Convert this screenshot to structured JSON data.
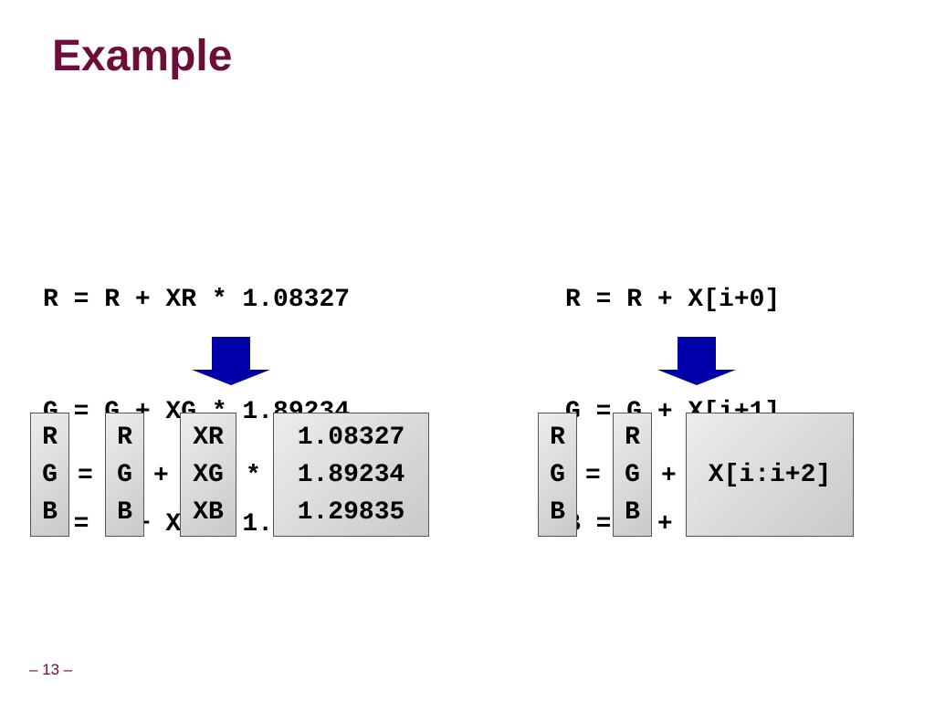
{
  "title": "Example",
  "left": {
    "code_lines": [
      "R = R + XR * 1.08327",
      "G = G + XG * 1.89234",
      "B = B + XB * 1.29835"
    ],
    "vector": {
      "col1": [
        "R",
        "G",
        "B"
      ],
      "eq": "=",
      "col2": [
        "R",
        "G",
        "B"
      ],
      "plus": "+",
      "col3": [
        "XR",
        "XG",
        "XB"
      ],
      "times": "*",
      "col4": [
        "1.08327",
        "1.89234",
        "1.29835"
      ]
    }
  },
  "right": {
    "code_lines": [
      "R = R + X[i+0]",
      "G = G + X[i+1]",
      "B = B + X[i+2]"
    ],
    "vector": {
      "col1": [
        "R",
        "G",
        "B"
      ],
      "eq": "=",
      "col2": [
        "R",
        "G",
        "B"
      ],
      "plus": "+",
      "col3": "X[i:i+2]"
    }
  },
  "arrow_color": "#0000a8",
  "title_color": "#6b0f3a",
  "page_number": "– 13 –"
}
